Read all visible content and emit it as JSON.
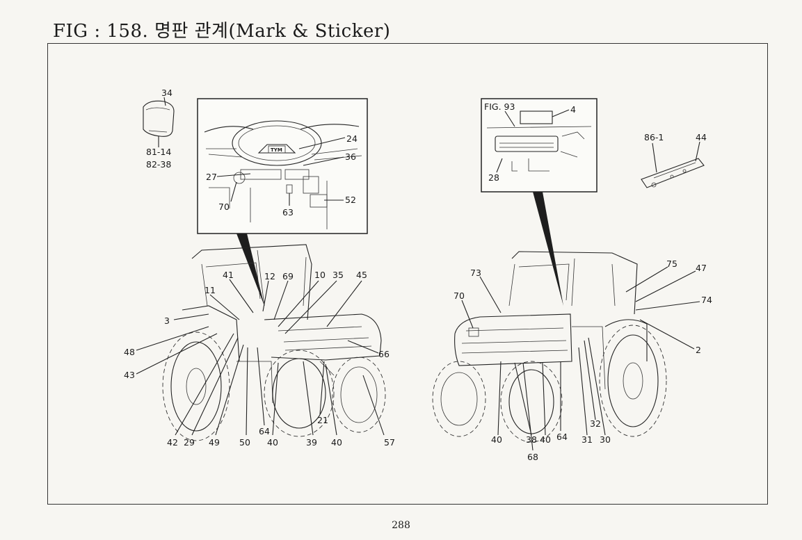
{
  "title": "FIG : 158. 명판 관계(Mark & Sticker)",
  "page_number": "288",
  "inset_left": {
    "callouts": [
      "24",
      "36",
      "27",
      "70",
      "63",
      "52"
    ],
    "logo_text": "TYM"
  },
  "inset_right": {
    "ref": "FIG. 93",
    "callouts": [
      "4",
      "28"
    ]
  },
  "badge": {
    "callouts": [
      "34",
      "81-14",
      "82-38"
    ]
  },
  "strip": {
    "callouts": [
      "86-1",
      "44"
    ]
  },
  "tractor_left": {
    "callouts_top": [
      "41",
      "12",
      "69",
      "10",
      "35",
      "45",
      "11",
      "3"
    ],
    "callouts_side": [
      "48",
      "43",
      "66",
      "21"
    ],
    "callouts_bottom": [
      "42",
      "29",
      "49",
      "50",
      "64",
      "40",
      "39",
      "40",
      "57"
    ]
  },
  "tractor_right": {
    "callouts_top": [
      "73",
      "70",
      "75",
      "47",
      "74",
      "2"
    ],
    "callouts_bottom": [
      "40",
      "38",
      "40",
      "64",
      "31",
      "30",
      "32",
      "68"
    ]
  }
}
